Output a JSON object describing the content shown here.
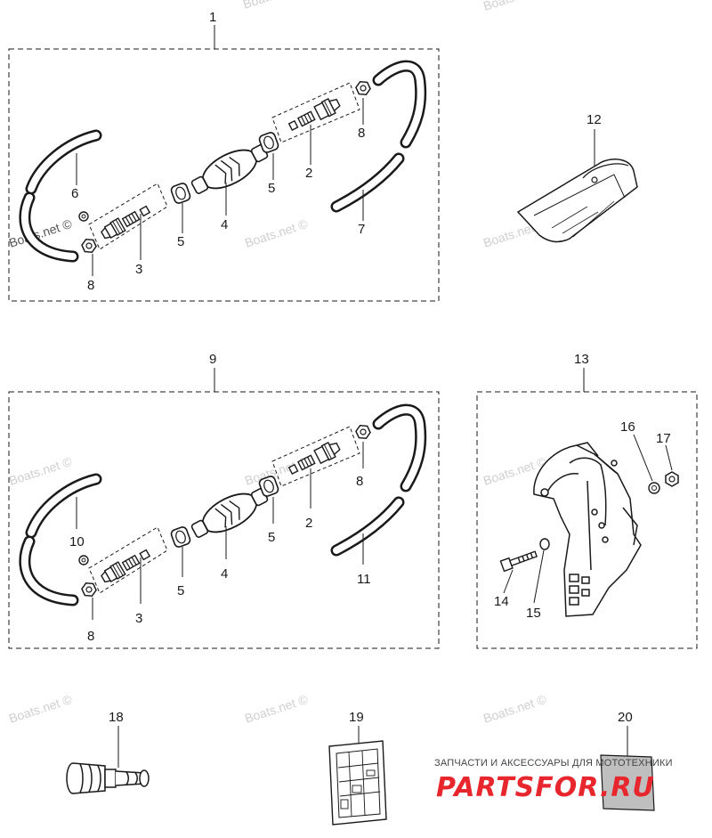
{
  "watermark": "Boats.net ©",
  "callouts": [
    "1",
    "2",
    "3",
    "4",
    "5",
    "6",
    "7",
    "8",
    "9",
    "10",
    "11",
    "12",
    "13",
    "14",
    "15",
    "16",
    "17",
    "18",
    "19",
    "20"
  ],
  "promo": {
    "tagline": "ЗАПЧАСТИ И АКСЕССУАРЫ ДЛЯ МОТОТЕХНИКИ",
    "brand": "PARTSFOR.RU"
  },
  "colors": {
    "line": "#1a1a1a",
    "hose": "#1a1a1a",
    "watermark": "#cfcfcf",
    "brand": "#e8262d"
  }
}
